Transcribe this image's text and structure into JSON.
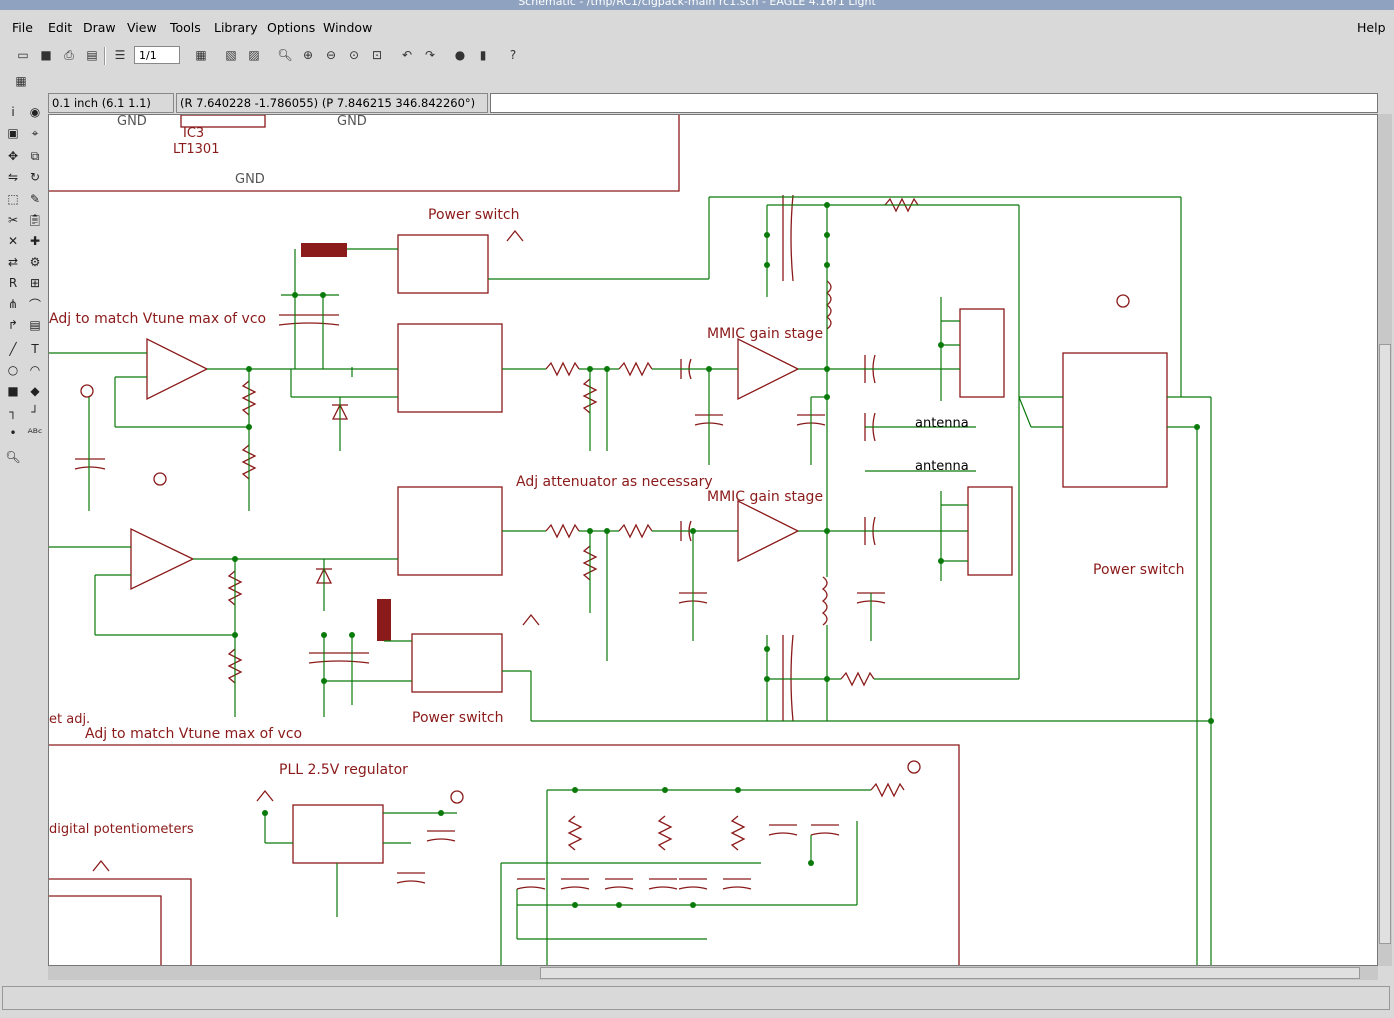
{
  "window": {
    "title": "Schematic - /tmp/RC1/cigpack-main rc1.sch - EAGLE 4.16r1 Light"
  },
  "menu": {
    "items": [
      "File",
      "Edit",
      "Draw",
      "View",
      "Tools",
      "Library",
      "Options",
      "Window"
    ],
    "help": "Help"
  },
  "toolbar": {
    "sheet": "1/1"
  },
  "fields": {
    "grid": "0.1 inch (6.1 1.1)",
    "coords": "(R 7.640228 -1.786055) (P 7.846215 346.842260°)",
    "command": ""
  },
  "palette": {
    "icons": [
      "info-icon",
      "show-icon",
      "display-icon",
      "mark-icon",
      "move-icon",
      "copy-icon",
      "mirror-icon",
      "rotate-icon",
      "group-icon",
      "change-icon",
      "cut-icon",
      "paste-icon",
      "delete-icon",
      "add-icon",
      "replace-icon",
      "name-icon",
      "value-icon",
      "smash-icon",
      "split-icon",
      "miter-icon",
      "invoke-icon",
      "wire-icon",
      "text-icon",
      "circle-icon",
      "arc-icon",
      "rect-icon",
      "polygon-icon",
      "bus-icon",
      "net-icon",
      "junction-icon",
      "label-icon",
      "erc-icon"
    ]
  },
  "schematic": {
    "top_texts": [
      {
        "t": "GND"
      },
      {
        "t": "GND"
      },
      {
        "t": "IC3"
      },
      {
        "t": "LT1301"
      },
      {
        "t": "GND"
      }
    ],
    "labels": {
      "power_switch_1": "Power switch",
      "power_switch_2": "Power switch",
      "power_switch_3": "Power switch",
      "adj_vco_1": "Adj to match Vtune max of vco",
      "adj_vco_2": "Adj to match Vtune max of vco",
      "adj_atten": "Adj attenuator as necessary",
      "mmic1": "MMIC gain stage",
      "mmic2": "MMIC gain stage",
      "pll_reg": "PLL 2.5V regulator",
      "digipot": "digital potentiometers",
      "et_adj": "et adj.",
      "antenna1": "antenna",
      "antenna2": "antenna"
    }
  }
}
